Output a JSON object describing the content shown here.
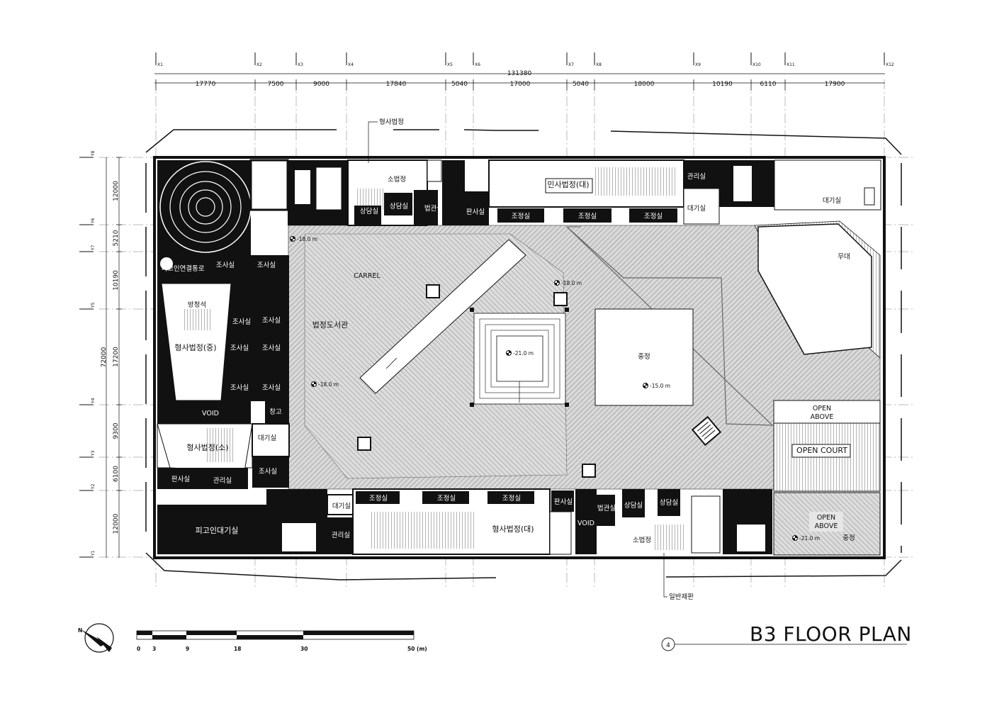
{
  "title": "B3 FLOOR PLAN",
  "drawing_number": "4",
  "total_dimension": "131380",
  "x_grid": {
    "labels": [
      "X1",
      "X2",
      "X3",
      "X4",
      "X5",
      "X6",
      "X7",
      "X8",
      "X9",
      "X10",
      "X11",
      "X12"
    ],
    "spans": [
      "17770",
      "7500",
      "9000",
      "17840",
      "5040",
      "17000",
      "5040",
      "18000",
      "10190",
      "6110",
      "17900"
    ]
  },
  "y_grid": {
    "labels": [
      "Y8",
      "Y6",
      "Y7",
      "Y5",
      "Y4",
      "Y3",
      "Y2",
      "Y1"
    ],
    "spans": [
      "12000",
      "5210",
      "10190",
      "17200",
      "9300",
      "6100",
      "12000"
    ],
    "total": "72000"
  },
  "callouts": {
    "top": "형사법정",
    "bottom": "일반재판"
  },
  "rooms": {
    "minsa_large": "민사법정(대)",
    "gwanri_top": "관리실",
    "daegi_top": "대기실",
    "daegi_right": "대기실",
    "mudae": "무대",
    "sangdam_1": "상담실",
    "sangdam_2": "상담실",
    "beopgwan_1": "법관실",
    "pansa_1": "판사실",
    "sobeopjeong_top": "소법정",
    "jojeong_t1": "조정실",
    "jojeong_t2": "조정실",
    "jojeong_t3": "조정실",
    "connect": "피고인연결통로",
    "josa_a": "조사실",
    "josa_b": "조사실",
    "bangcheong": "방청석",
    "hyeongsa_mid": "형사법정(중)",
    "josa_1": "조사실",
    "josa_2": "조사실",
    "josa_3": "조사실",
    "josa_4": "조사실",
    "josa_5": "조사실",
    "josa_6": "조사실",
    "void_left": "VOID",
    "changgo": "창고",
    "daegi_left": "대기실",
    "hyeongsa_small": "형사법정(소)",
    "josa_7": "조사실",
    "pansa_left": "판사실",
    "gwanri_left": "관리실",
    "pigoin": "피고인대기실",
    "library": "법정도서관",
    "carrel": "CARREL",
    "jungjeong": "중정",
    "jungjeong_br": "중정",
    "open_above_1": "OPEN\nABOVE",
    "open_court": "OPEN COURT",
    "open_above_2": "OPEN\nABOVE",
    "daegi_bottom": "대기실",
    "gwanri_bottom": "관리실",
    "jojeong_b1": "조정실",
    "jojeong_b2": "조정실",
    "jojeong_b3": "조정실",
    "hyeongsa_large": "형사법정(대)",
    "pansa_bottom": "판사실",
    "void_bottom": "VOID",
    "beopgwan_2": "법관실",
    "sangdam_3": "상담실",
    "sangdam_4": "상담실",
    "sobeopjeong_bottom": "소법정"
  },
  "elevations": {
    "e1": "-18.0 m",
    "e2": "-18.0 m",
    "e3": "-18.0 m",
    "e4": "-21.0 m",
    "e5": "-15.0 m",
    "e6": "-21.0 m"
  },
  "scale_bar": {
    "ticks": [
      "0",
      "3",
      "9",
      "18",
      "30",
      "50 (m)"
    ]
  },
  "colors": {
    "ink": "#111111",
    "hatch": "#8a8a8a",
    "paper": "#ffffff"
  },
  "icons": [
    "north-arrow-icon",
    "stair-icon",
    "elevator-icon"
  ]
}
